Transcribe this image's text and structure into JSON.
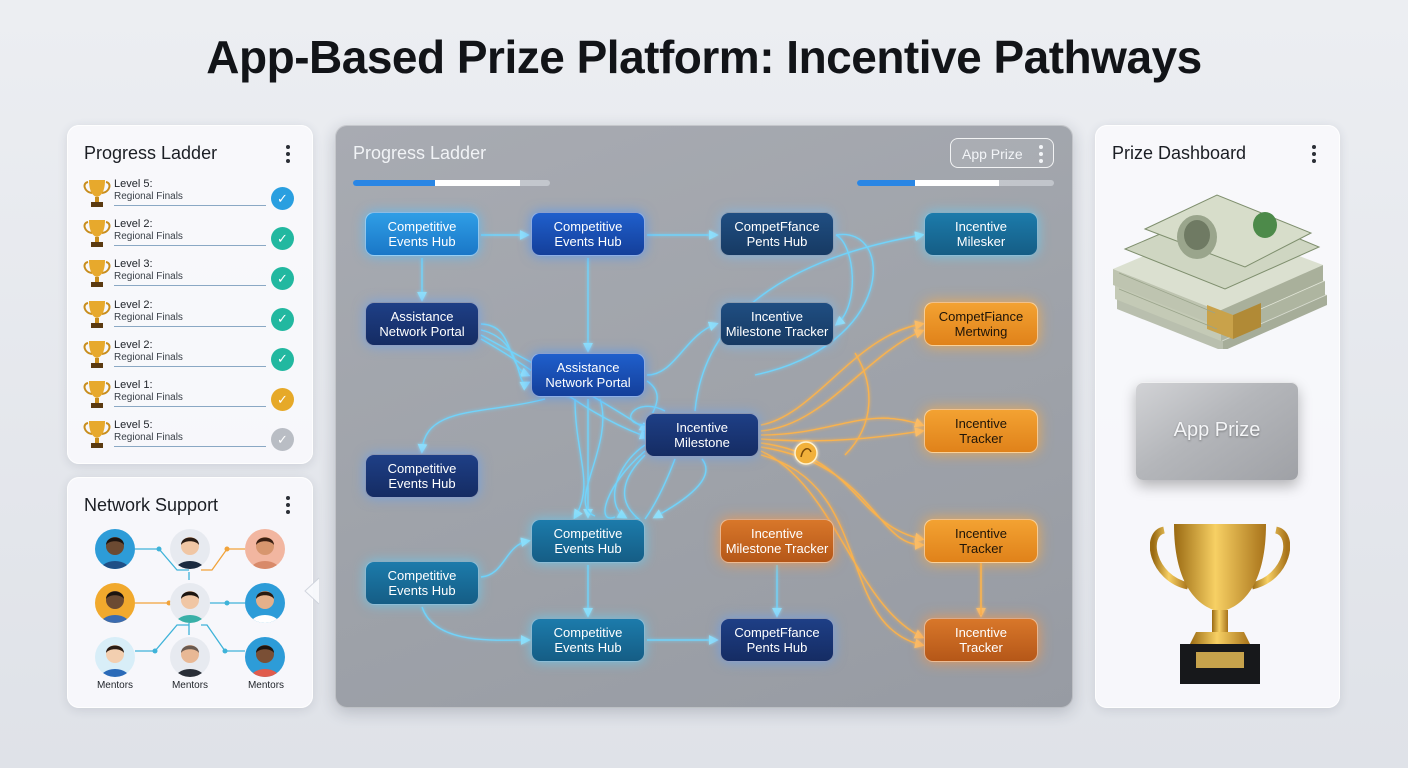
{
  "title": "App-Based Prize Platform: Incentive Pathways",
  "ladder": {
    "title": "Progress Ladder",
    "items": [
      {
        "level": "Level 5:",
        "sub": "Regional Finals",
        "status": "done",
        "color": "#2a9fe0"
      },
      {
        "level": "Level 2:",
        "sub": "Regional Finals",
        "status": "done",
        "color": "#22b8a0"
      },
      {
        "level": "Level 3:",
        "sub": "Regional Finals",
        "status": "done",
        "color": "#22b8a0"
      },
      {
        "level": "Level 2:",
        "sub": "Regional Finals",
        "status": "done",
        "color": "#22b8a0"
      },
      {
        "level": "Level 2:",
        "sub": "Regional Finals",
        "status": "done",
        "color": "#22b8a0"
      },
      {
        "level": "Level 1:",
        "sub": "Regional Finals",
        "status": "pending",
        "color": "#e6a928"
      },
      {
        "level": "Level 5:",
        "sub": "Regional Finals",
        "status": "locked",
        "color": "#b9bdc4"
      }
    ]
  },
  "network": {
    "title": "Network Support",
    "mentors": [
      "Mentors",
      "Mentors",
      "Mentors"
    ]
  },
  "flow": {
    "title": "Progress Ladder",
    "pill_label": "App Prize",
    "progress_left": 0.85,
    "progress_right": 0.72,
    "nodes": [
      {
        "id": "a1",
        "label": "Competitive\nEvents Hub",
        "style": "n-cyan"
      },
      {
        "id": "a2",
        "label": "Competitive\nEvents Hub",
        "style": "n-blue"
      },
      {
        "id": "a3",
        "label": "CompetFfance\nPents Hub",
        "style": "n-slate"
      },
      {
        "id": "a4",
        "label": "Incentive\nMilesker",
        "style": "n-teal"
      },
      {
        "id": "b1",
        "label": "Assistance\nNetwork Portal",
        "style": "n-navy"
      },
      {
        "id": "b3",
        "label": "Incentive\nMilestone Tracker",
        "style": "n-slate"
      },
      {
        "id": "b4",
        "label": "CompetFiance\nMertwing",
        "style": "n-orange"
      },
      {
        "id": "c2",
        "label": "Assistance\nNetwork Portal",
        "style": "n-blue"
      },
      {
        "id": "d3",
        "label": "Incentive\nMilestone",
        "style": "n-navy"
      },
      {
        "id": "d4",
        "label": "Incentive\nTracker",
        "style": "n-orange"
      },
      {
        "id": "e1",
        "label": "Competitive\nEvents Hub",
        "style": "n-navy"
      },
      {
        "id": "f2",
        "label": "Competitive\nEvents Hub",
        "style": "n-teal"
      },
      {
        "id": "f3",
        "label": "Incentive\nMilestone Tracker",
        "style": "n-burnt"
      },
      {
        "id": "f4",
        "label": "Incentive\nTracker",
        "style": "n-orange"
      },
      {
        "id": "g1",
        "label": "Competitive\nEvents Hub",
        "style": "n-teal"
      },
      {
        "id": "h2",
        "label": "Competitive\nEvents Hub",
        "style": "n-teal"
      },
      {
        "id": "h3",
        "label": "CompetFfance\nPents Hub",
        "style": "n-navy"
      },
      {
        "id": "h4",
        "label": "Incentive\nTracker",
        "style": "n-burnt"
      }
    ]
  },
  "prize": {
    "title": "Prize Dashboard",
    "card_label": "App Prize"
  },
  "colors": {
    "flow_blue": "#5fd0ff",
    "flow_orange": "#ffb44a",
    "progress_blue": "#2a86e4",
    "gold": "#e2a52a"
  }
}
